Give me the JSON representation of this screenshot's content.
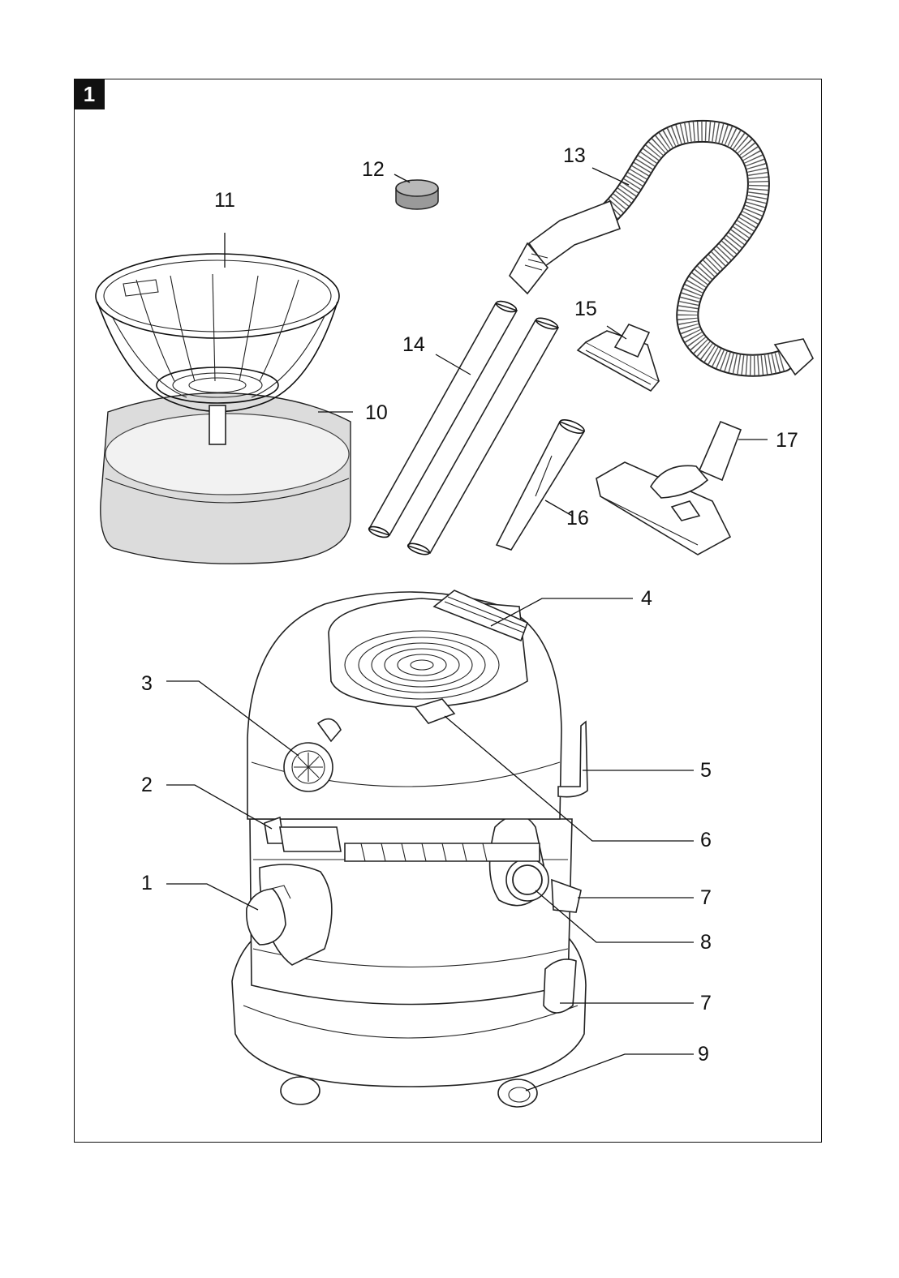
{
  "figure": {
    "number": "1"
  },
  "callouts": [
    {
      "id": "c1",
      "label": "1"
    },
    {
      "id": "c2",
      "label": "2"
    },
    {
      "id": "c3",
      "label": "3"
    },
    {
      "id": "c4",
      "label": "4"
    },
    {
      "id": "c5",
      "label": "5"
    },
    {
      "id": "c6",
      "label": "6"
    },
    {
      "id": "c7a",
      "label": "7"
    },
    {
      "id": "c8",
      "label": "8"
    },
    {
      "id": "c7b",
      "label": "7"
    },
    {
      "id": "c9",
      "label": "9"
    },
    {
      "id": "c10",
      "label": "10"
    },
    {
      "id": "c11",
      "label": "11"
    },
    {
      "id": "c12",
      "label": "12"
    },
    {
      "id": "c13",
      "label": "13"
    },
    {
      "id": "c14",
      "label": "14"
    },
    {
      "id": "c15",
      "label": "15"
    },
    {
      "id": "c16",
      "label": "16"
    },
    {
      "id": "c17",
      "label": "17"
    }
  ]
}
